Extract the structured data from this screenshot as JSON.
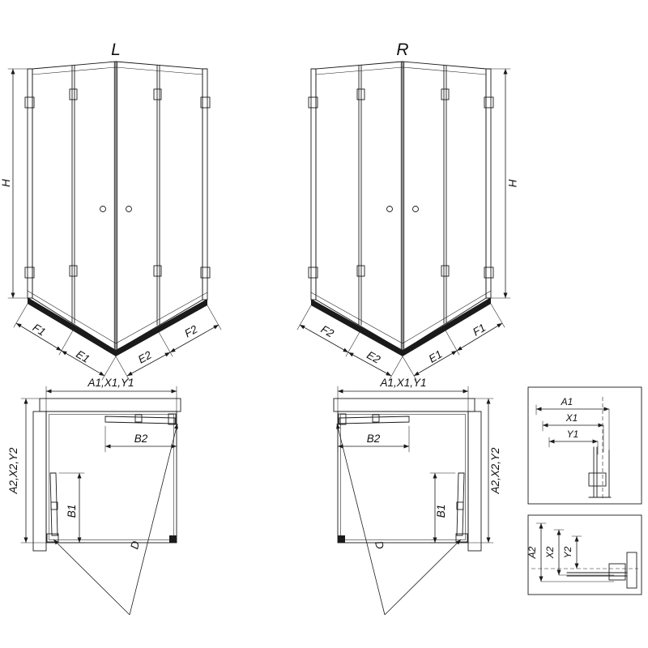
{
  "figure": {
    "iso_left": {
      "variant": "L",
      "height": "H",
      "widths": [
        "F1",
        "E1",
        "E2",
        "F2"
      ]
    },
    "iso_right": {
      "variant": "R",
      "height": "H",
      "widths": [
        "F2",
        "E2",
        "E1",
        "F1"
      ]
    },
    "plan_left": {
      "top_width": "A1,X1,Y1",
      "side_depth": "A2,X2,Y2",
      "door_width": "B2",
      "door_depth": "B1",
      "diagonal": "D"
    },
    "plan_right": {
      "top_width": "A1,X1,Y1",
      "side_depth": "A2,X2,Y2",
      "door_width": "B2",
      "door_depth": "B1",
      "diagonal": "D"
    },
    "detail_top": {
      "dims": [
        "A1",
        "X1",
        "Y1"
      ]
    },
    "detail_bottom": {
      "dims": [
        "A2",
        "X2",
        "Y2"
      ]
    }
  },
  "colors": {
    "line": "#1a1a1a",
    "background": "#ffffff"
  }
}
